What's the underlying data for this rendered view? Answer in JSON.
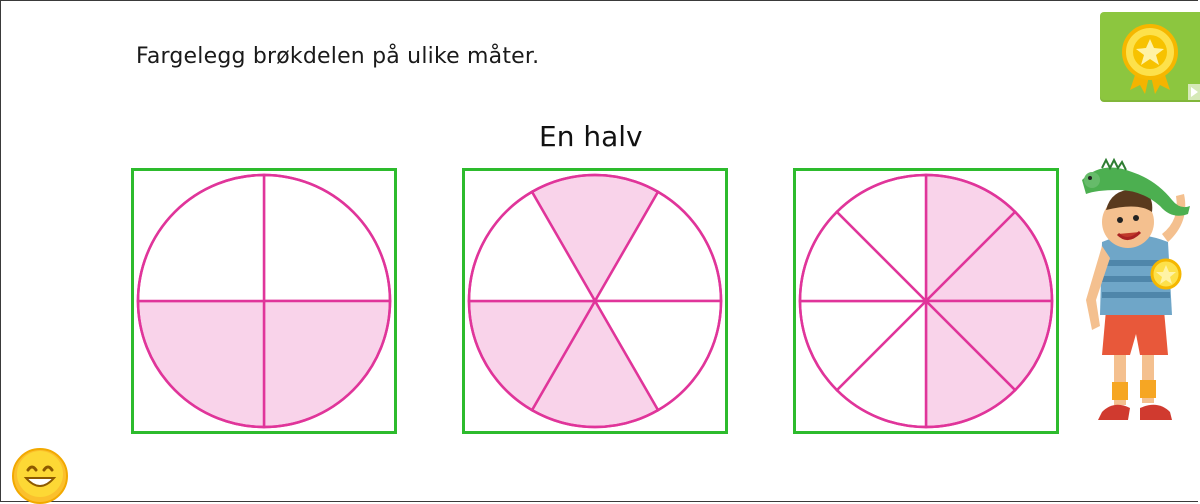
{
  "instruction": "Fargelegg brøkdelen på ulike måter.",
  "fraction_title": "En halv",
  "colors": {
    "panel_border": "#2dbb2d",
    "circle_stroke": "#e0359a",
    "filled_sector": "#f9d3ea",
    "empty_sector": "#ffffff",
    "award_bg": "#8cc63f"
  },
  "panels": [
    {
      "name": "quarters",
      "divisions": 4,
      "shaded": [
        1,
        2
      ]
    },
    {
      "name": "sixths",
      "divisions": 6,
      "shaded": [
        0,
        3,
        4
      ]
    },
    {
      "name": "eighths",
      "divisions": 8,
      "shaded": [
        0,
        1,
        2,
        3
      ]
    }
  ],
  "icons": {
    "award": "award-medal-icon",
    "next": "play-arrow-icon",
    "feedback": "smiley-icon",
    "mascot": "boy-with-iguana-mascot"
  }
}
